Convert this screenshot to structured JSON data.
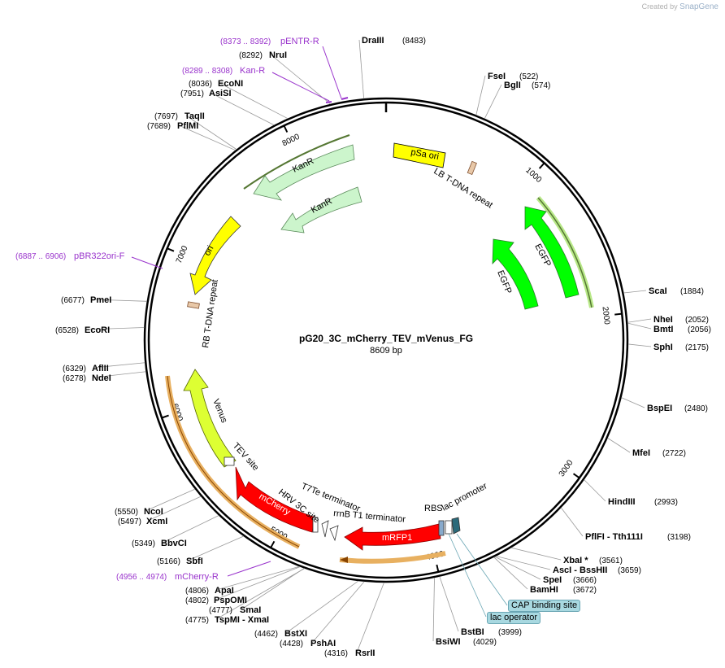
{
  "brand": {
    "prefix": "Created by",
    "name": "SnapGene"
  },
  "title": "pG20_3C_mCherry_TEV_mVenus_FG",
  "length_label": "8609 bp",
  "ticks": [
    {
      "bp": 1000,
      "label": "1000"
    },
    {
      "bp": 2000,
      "label": "2000"
    },
    {
      "bp": 3000,
      "label": "3000"
    },
    {
      "bp": 4000,
      "label": "4000"
    },
    {
      "bp": 5000,
      "label": "5000"
    },
    {
      "bp": 6000,
      "label": "6000"
    },
    {
      "bp": 7000,
      "label": "7000"
    },
    {
      "bp": 8000,
      "label": "8000"
    }
  ],
  "sites": [
    {
      "name": "DraIII",
      "pos": "(8483)"
    },
    {
      "name": "FseI",
      "pos": "(522)"
    },
    {
      "name": "BglI",
      "pos": "(574)"
    },
    {
      "name": "ScaI",
      "pos": "(1884)"
    },
    {
      "name": "NheI",
      "pos": "(2052)"
    },
    {
      "name": "BmtI",
      "pos": "(2056)"
    },
    {
      "name": "SphI",
      "pos": "(2175)"
    },
    {
      "name": "BspEI",
      "pos": "(2480)"
    },
    {
      "name": "MfeI",
      "pos": "(2722)"
    },
    {
      "name": "HindIII",
      "pos": "(2993)"
    },
    {
      "name": "PflFI - Tth111I",
      "pos": "(3198)"
    },
    {
      "name": "XbaI *",
      "pos": "(3561)"
    },
    {
      "name": "AscI - BssHII",
      "pos": "(3659)"
    },
    {
      "name": "SpeI",
      "pos": "(3666)"
    },
    {
      "name": "BamHI",
      "pos": "(3672)"
    },
    {
      "name": "BstBI",
      "pos": "(3999)"
    },
    {
      "name": "BsiWI",
      "pos": "(4029)"
    },
    {
      "name": "RsrII",
      "pos": "(4316)"
    },
    {
      "name": "PshAI",
      "pos": "(4428)"
    },
    {
      "name": "BstXI",
      "pos": "(4462)"
    },
    {
      "name": "TspMI - XmaI",
      "pos": "(4775)"
    },
    {
      "name": "SmaI",
      "pos": "(4777)"
    },
    {
      "name": "PspOMI",
      "pos": "(4802)"
    },
    {
      "name": "ApaI",
      "pos": "(4806)"
    },
    {
      "name": "SbfI",
      "pos": "(5166)"
    },
    {
      "name": "BbvCI",
      "pos": "(5349)"
    },
    {
      "name": "XcmI",
      "pos": "(5497)"
    },
    {
      "name": "NcoI",
      "pos": "(5550)"
    },
    {
      "name": "NdeI",
      "pos": "(6278)"
    },
    {
      "name": "AflII",
      "pos": "(6329)"
    },
    {
      "name": "EcoRI",
      "pos": "(6528)"
    },
    {
      "name": "PmeI",
      "pos": "(6677)"
    },
    {
      "name": "PflMI",
      "pos": "(7689)"
    },
    {
      "name": "TaqII",
      "pos": "(7697)"
    },
    {
      "name": "AsiSI",
      "pos": "(7951)"
    },
    {
      "name": "EcoNI",
      "pos": "(8036)"
    },
    {
      "name": "NruI",
      "pos": "(8292)"
    }
  ],
  "primers": [
    {
      "name": "pENTR-R",
      "pos": "(8373 .. 8392)"
    },
    {
      "name": "Kan-R",
      "pos": "(8289 .. 8308)"
    },
    {
      "name": "pBR322ori-F",
      "pos": "(6887 .. 6906)"
    },
    {
      "name": "mCherry-R",
      "pos": "(4956 .. 4974)"
    }
  ],
  "features": {
    "psa_ori": "pSa ori",
    "lb_repeat": "LB T-DNA repeat",
    "kanr_outer": "KanR",
    "kanr_inner": "KanR",
    "egfp_outer": "EGFP",
    "egfp_inner": "EGFP",
    "ori": "ori",
    "rb_repeat": "RB T-DNA repeat",
    "venus": "Venus",
    "tev_site": "TEV site",
    "hrv_site": "HRV 3C site",
    "mcherry": "mCherry",
    "t7te": "T7Te terminator",
    "rrnb": "rrnB T1 terminator",
    "mrfp1": "mRFP1",
    "rbs": "RBS",
    "lac_promoter": "lac promoter",
    "cap_site": "CAP binding site",
    "lac_operator": "lac operator"
  },
  "colors": {
    "psa_ori": "#ffff00",
    "kanr": "#ccf5cc",
    "egfp": "#00ff00",
    "ori": "#ffff00",
    "venus": "#ddff33",
    "mcherry": "#ff0000",
    "mrfp1": "#ff0000",
    "orf_outline": "#e8b060",
    "primer": "#9933cc",
    "lac_box": "#a8d8e0"
  }
}
